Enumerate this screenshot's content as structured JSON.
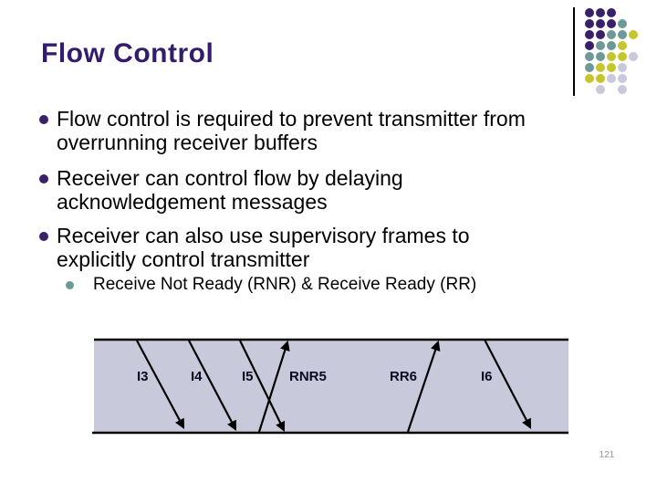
{
  "slide": {
    "title": "Flow Control",
    "page_number": "121"
  },
  "bullets": [
    {
      "lines": [
        "Flow control is required to prevent transmitter from",
        "overrunning receiver buffers"
      ]
    },
    {
      "lines": [
        "Receiver can control flow by delaying",
        "acknowledgement messages"
      ]
    },
    {
      "lines": [
        "Receiver can also use supervisory frames to",
        "explicitly control transmitter"
      ]
    }
  ],
  "sub_bullet": {
    "text": "Receive Not Ready (RNR) &  Receive Ready (RR)"
  },
  "diagram": {
    "labels": [
      {
        "text": "I3"
      },
      {
        "text": "I4"
      },
      {
        "text": "I5"
      },
      {
        "text": "RNR5"
      },
      {
        "text": "RR6"
      },
      {
        "text": "I6"
      }
    ],
    "band_fill": "#c9c9dc",
    "line_color": "#000000"
  },
  "logo": {
    "pattern": [
      "PPP..",
      "PPPT.",
      "PPTTY",
      "PTTY.",
      "TTYYG",
      "TYYG.",
      "YYGG.",
      ".G.G."
    ],
    "colors": {
      "P": "#38206b",
      "T": "#6d9997",
      "Y": "#c6c62c",
      "G": "#c9c9dc"
    }
  },
  "colors": {
    "title": "#331c6b",
    "bullet_dot": "#38206b",
    "sub_bullet_dot": "#6d9997",
    "page_number": "#969696"
  }
}
